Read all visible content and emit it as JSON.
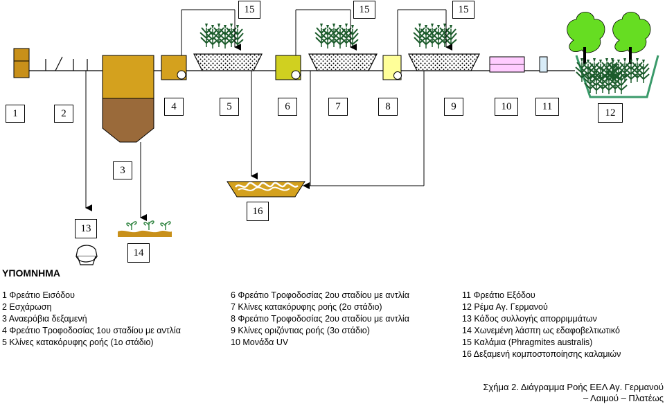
{
  "diagram": {
    "labels": {
      "n1": "1",
      "n2": "2",
      "n3": "3",
      "n4": "4",
      "n5": "5",
      "n6": "6",
      "n7": "7",
      "n8": "8",
      "n9": "9",
      "n10": "10",
      "n11": "11",
      "n12": "12",
      "n13": "13",
      "n14": "14",
      "n15a": "15",
      "n15b": "15",
      "n15c": "15",
      "n16": "16"
    }
  },
  "legend": {
    "title": "ΥΠΟΜΝΗΜΑ",
    "col1": [
      "1 Φρεάτιο Εισόδου",
      "2 Εσχάρωση",
      "3 Αναερόβια δεξαμενή",
      "4 Φρεάτιο Τροφοδοσίας 1ου σταδίου με αντλία",
      "5 Κλίνες κατακόρυφης ροής (1ο στάδιο)"
    ],
    "col2": [
      "6 Φρεάτιο Τροφοδοσίας 2ου σταδίου με αντλία",
      "7 Κλίνες κατακόρυφης ροής (2ο στάδιο)",
      "8 Φρεάτιο Τροφοδοσίας 2ου σταδίου με αντλία",
      "9 Κλίνες οριζόντιας ροής (3ο στάδιο)",
      "10 Μονάδα UV"
    ],
    "col3": [
      "11 Φρεάτιο Εξόδου",
      "12 Ρέμα Αγ. Γερμανού",
      "13 Κάδος συλλογής απορριμμάτων",
      "14 Χωνεμένη λάσπη ως εδαφοβελτιωτικό",
      "15 Καλάμια (Phragmites australis)",
      "16 Δεξαμενή κομποστοποίησης   καλαμιών"
    ]
  },
  "caption": {
    "line1": "Σχήμα 2. Διάγραμμα Ροής ΕΕΛ Αγ. Γερμανού",
    "line2": "– Λαιμού – Πλατέως"
  },
  "colors": {
    "inlet": "#c8901a",
    "tank_top": "#d4a11e",
    "tank_bottom": "#9a6a3a",
    "well4": "#d4a11e",
    "well6": "#d0d020",
    "well8": "#ffff99",
    "uv": "#ffccff",
    "outlet": "#d8ecf8",
    "stream": "#3a9a6a",
    "compost": "#d4a11e",
    "tree": "#66dd22",
    "reed": "#1a5a2a"
  }
}
